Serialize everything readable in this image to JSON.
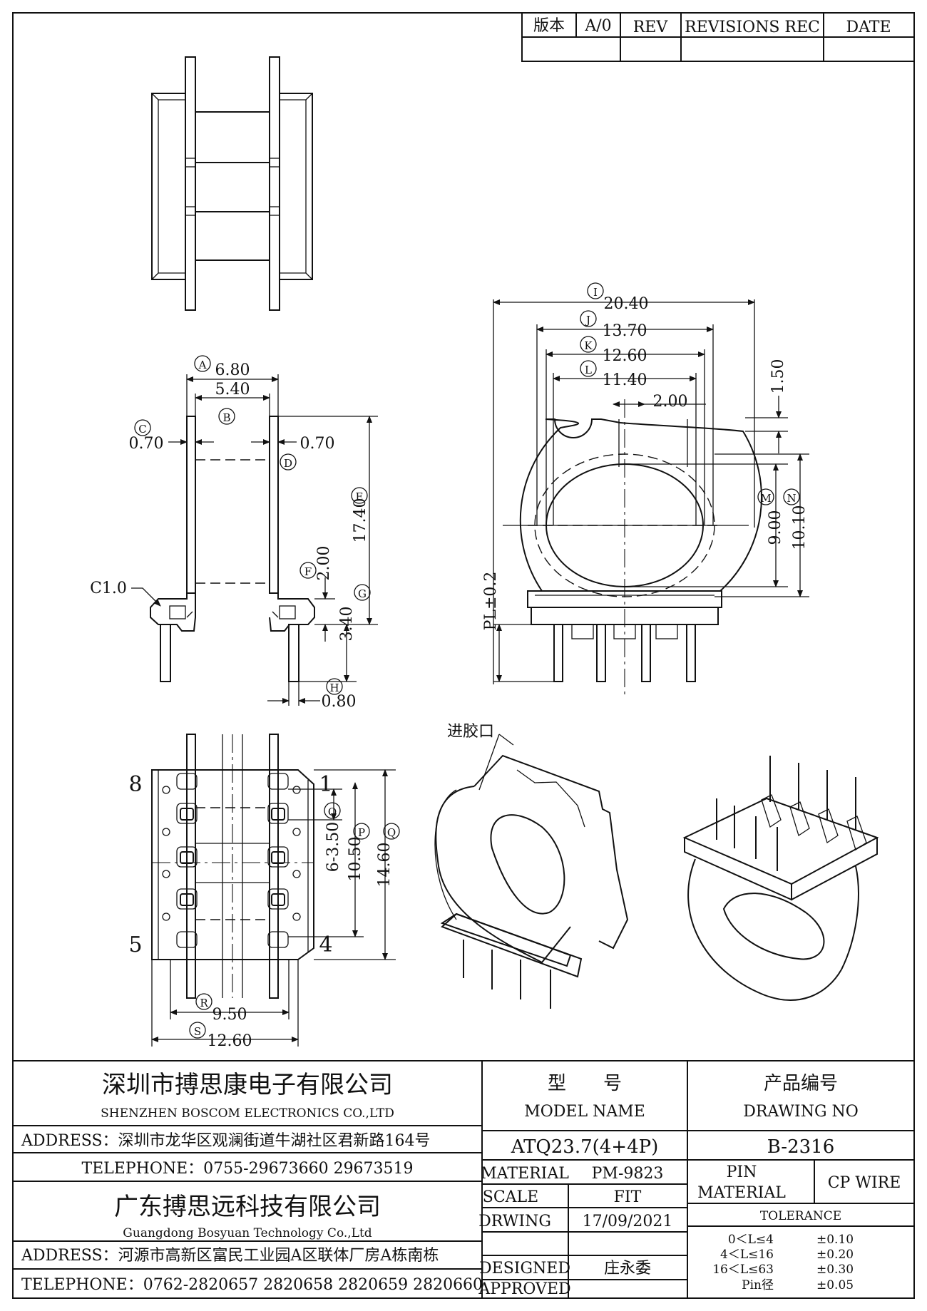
{
  "revision_block": {
    "version_label": "版本",
    "version_value": "A/0",
    "rev_label": "REV",
    "revisions_label": "REVISIONS REC",
    "date_label": "DATE"
  },
  "dimensions": {
    "A": "6.80",
    "B": "5.40",
    "C": "0.70",
    "D": "0.70",
    "E": "17.40",
    "F": "2.00",
    "G": "3.40",
    "H": "0.80",
    "C1": "C1.0",
    "I": "20.40",
    "J": "13.70",
    "K": "12.60",
    "L": "11.40",
    "slot": "2.00",
    "top_gap": "1.50",
    "M": "9.00",
    "N": "10.10",
    "PL": "PL±0.2",
    "O": "6-3.50",
    "P": "10.50",
    "Q": "14.60",
    "R": "9.50",
    "S": "12.60"
  },
  "dimension_letters": [
    "A",
    "B",
    "C",
    "D",
    "E",
    "F",
    "G",
    "H",
    "I",
    "J",
    "K",
    "L",
    "M",
    "N",
    "O",
    "P",
    "Q",
    "R",
    "S"
  ],
  "pin_numbers": {
    "p8": "8",
    "p1": "1",
    "p5": "5",
    "p4": "4"
  },
  "gate_label": "进胶口",
  "title_block": {
    "company_cn": "深圳市搏思康电子有限公司",
    "company_en": "SHENZHEN BOSCOM ELECTRONICS CO.,LTD",
    "address1": "ADDRESS：深圳市龙华区观澜街道牛湖社区君新路164号",
    "telephone1": "TELEPHONE：0755-29673660 29673519",
    "company2_cn": "广东搏思远科技有限公司",
    "company2_en": "Guangdong Bosyuan Technology Co.,Ltd",
    "address2": "ADDRESS：河源市高新区富民工业园A区联体厂房A栋南栋",
    "telephone2": "TELEPHONE：0762-2820657 2820658 2820659 2820660",
    "model_cn": "型　　号",
    "model_en": "MODEL NAME",
    "model_value": "ATQ23.7(4+4P)",
    "drawing_cn": "产品编号",
    "drawing_en": "DRAWING NO",
    "drawing_value": "B-2316",
    "material_label": "MATERIAL",
    "material_value": "PM-9823",
    "scale_label": "SCALE",
    "scale_value": "FIT",
    "drawing_label": "DRWING",
    "drawing_date": "17/09/2021",
    "designed_label": "DESIGNED",
    "designed_value": "庄永委",
    "approved_label": "APPROVED",
    "approved_value": "",
    "pin_material_label_1": "PIN",
    "pin_material_label_2": "MATERIAL",
    "pin_material_value": "CP WIRE",
    "tolerance_label": "TOLERANCE",
    "tolerances": [
      {
        "range": "0＜L≤4",
        "value": "±0.10"
      },
      {
        "range": "4＜L≤16",
        "value": "±0.20"
      },
      {
        "range": "16＜L≤63",
        "value": "±0.30"
      },
      {
        "range": "Pin径",
        "value": "±0.05"
      }
    ]
  }
}
